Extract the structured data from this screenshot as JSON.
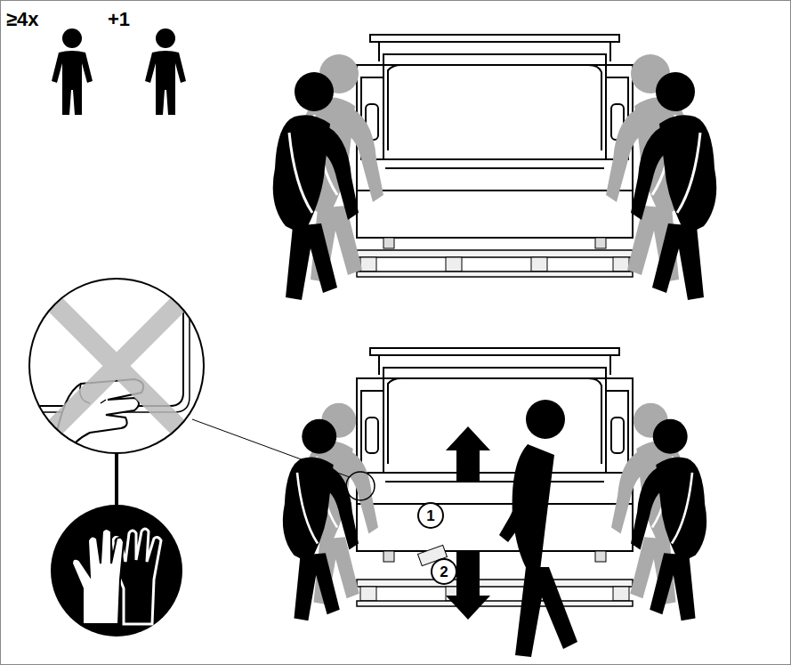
{
  "diagram": {
    "labels": [
      "≥4x",
      "+1",
      "1",
      "2"
    ]
  }
}
